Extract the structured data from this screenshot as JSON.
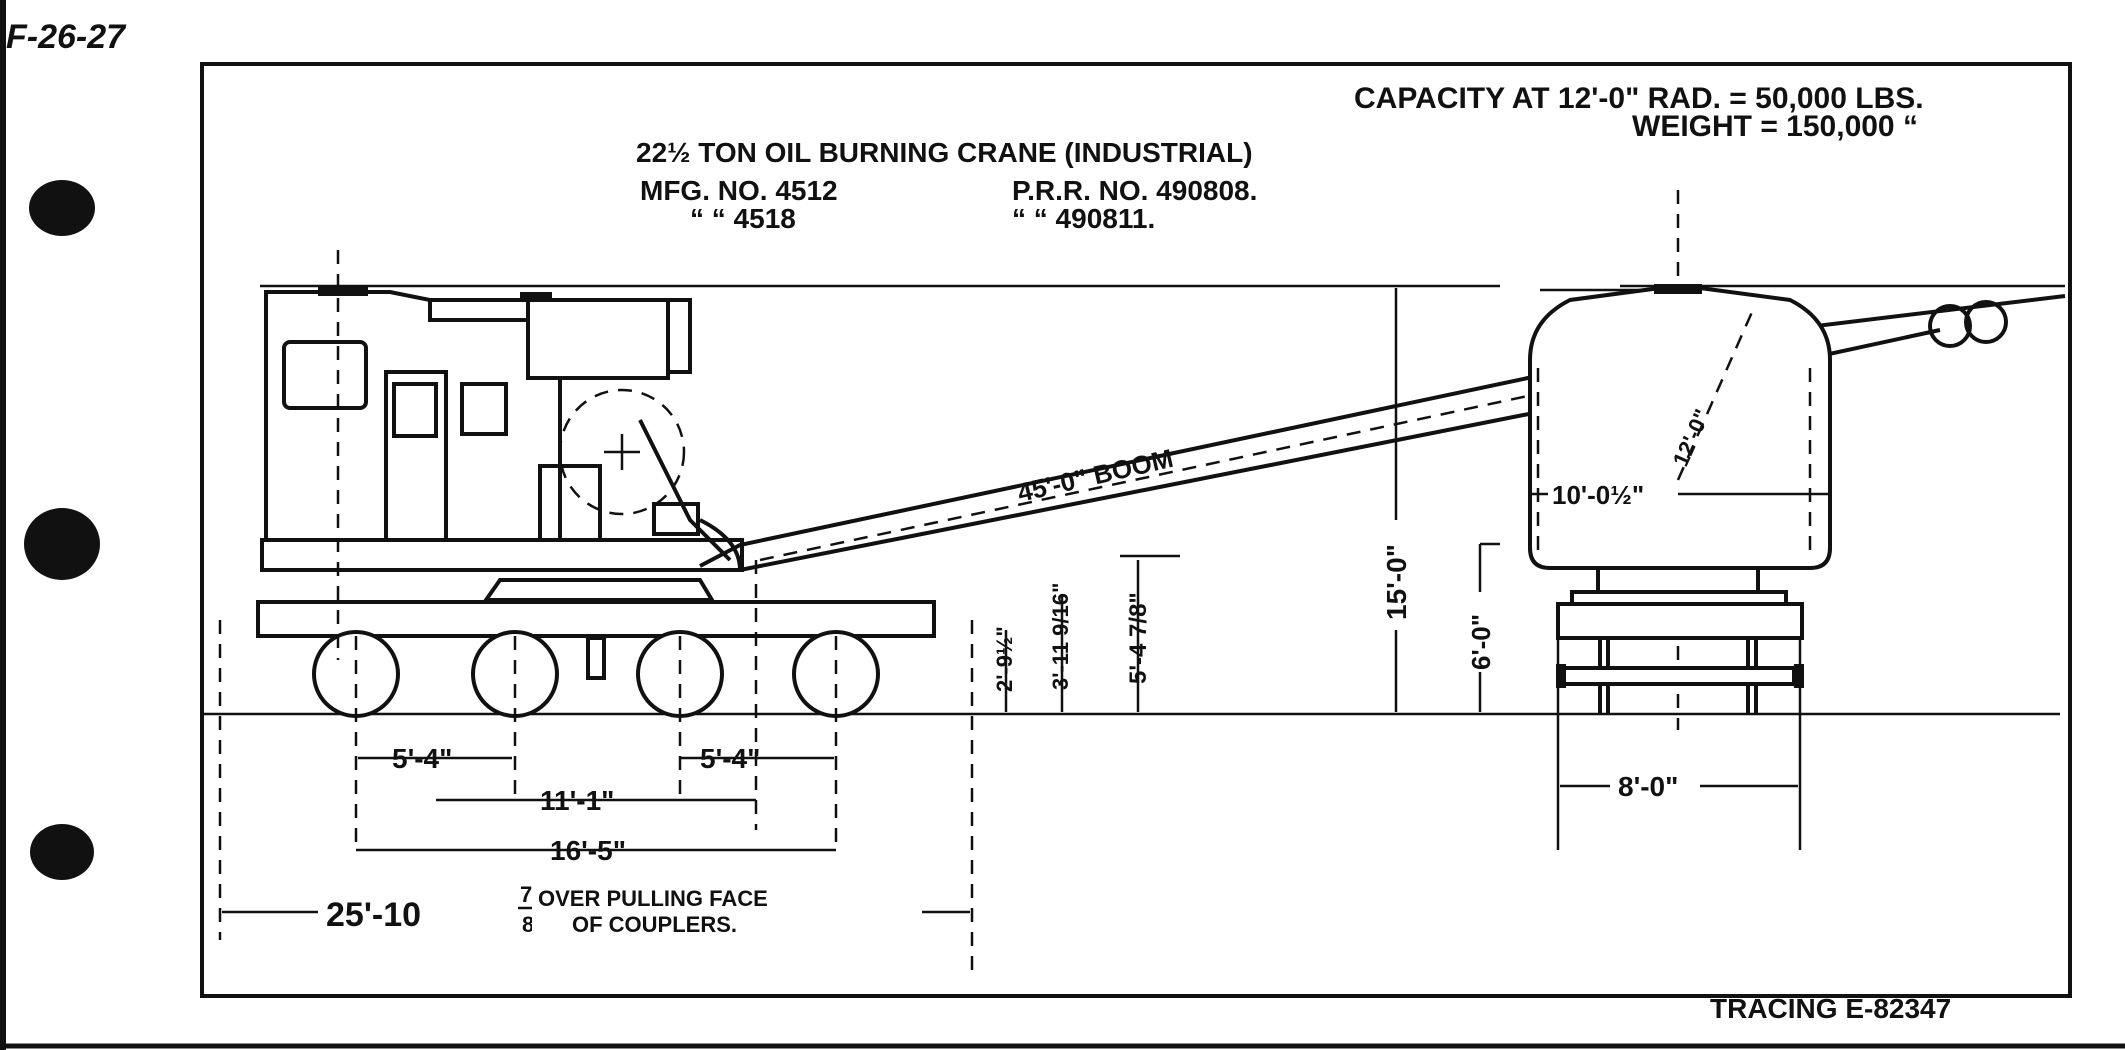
{
  "sheet": {
    "corner_id": "F-26-27",
    "tracing": "TRACING E-82347"
  },
  "title": {
    "line1": "22½ TON OIL BURNING CRANE (INDUSTRIAL)",
    "line2_mfg": "MFG. NO. 4512",
    "line2_prr": "P.R.R. NO. 490808.",
    "line3_mfg": "“  “  4518",
    "line3_prr": "“  “  490811."
  },
  "specs": {
    "capacity": "CAPACITY AT 12'-0\" RAD. = 50,000 LBS.",
    "weight": "WEIGHT = 150,000 “"
  },
  "dimensions": {
    "boom": "45'-0\" BOOM",
    "height_total": "15'-0\"",
    "height_body": "6'-0\"",
    "width_cab": "10'-0½\"",
    "width_truck": "8'-0\"",
    "radius": "12'-0\"",
    "h1": "2'-9½\"",
    "h2": "3'-11 9/16\"",
    "h3": "5'-4 7/8\"",
    "wb1": "5'-4\"",
    "wb2": "5'-4\"",
    "tc": "11'-1\"",
    "wb_total": "16'-5\"",
    "over_length_whole": "25'-10",
    "over_length_num": "7\"",
    "over_length_den": "8",
    "over_caption1": "OVER PULLING FACE",
    "over_caption2": "OF COUPLERS."
  }
}
